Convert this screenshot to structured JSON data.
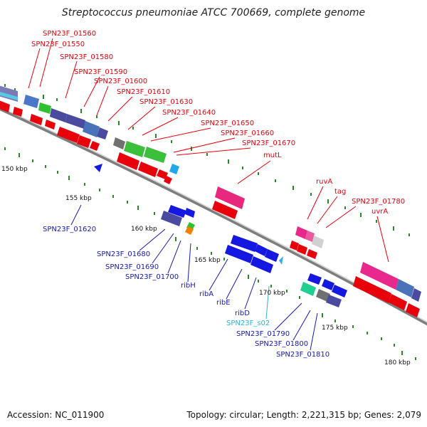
{
  "title": "Streptococcus pneumoniae ATCC 700669, complete genome",
  "footer": {
    "accession": "Accession: NC_011900",
    "summary": "Topology: circular; Length: 2,221,315 bp; Genes: 2,079"
  },
  "colors": {
    "forward_label": "#e8000b",
    "reverse_label": "#1418b8",
    "rna_label": "#2ab4dc",
    "backbone": "#8c8c8c",
    "tick": "#1a7a1a"
  },
  "scale_labels": [
    "150 kbp",
    "155 kbp",
    "160 kbp",
    "165 kbp",
    "170 kbp",
    "175 kbp",
    "180 kbp"
  ],
  "forward_labels": [
    "SPN23F_01560",
    "SPN23F_01550",
    "SPN23F_01580",
    "SPN23F_01590",
    "SPN23F_01600",
    "SPN23F_01610",
    "SPN23F_01630",
    "SPN23F_01640",
    "SPN23F_01650",
    "SPN23F_01660",
    "SPN23F_01670",
    "mutL",
    "ruvA",
    "tag",
    "SPN23F_01780",
    "uvrA"
  ],
  "reverse_labels": [
    "SPN23F_01620",
    "SPN23F_01680",
    "SPN23F_01690",
    "SPN23F_01700",
    "ribH",
    "ribA",
    "ribE",
    "ribD",
    "SPN23F_01790",
    "SPN23F_01800",
    "SPN23F_01810"
  ],
  "rna_labels": [
    "SPN23F_s02"
  ]
}
